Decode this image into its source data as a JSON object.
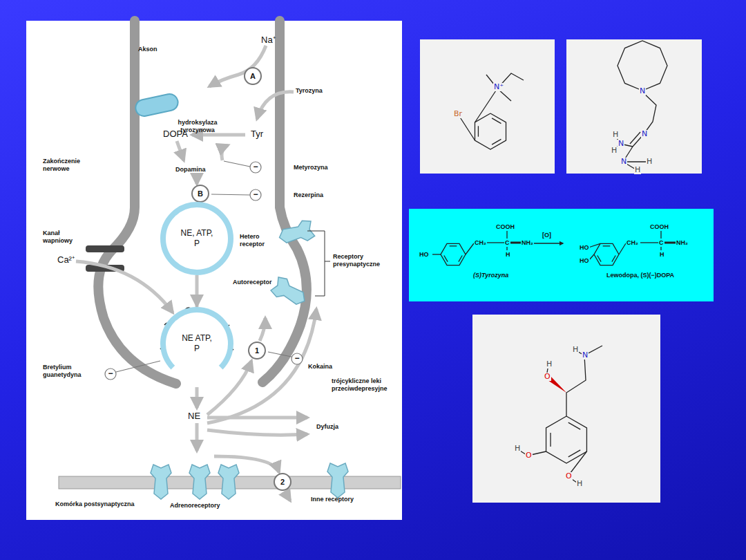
{
  "diagram": {
    "nodes": [
      {
        "text": [
          "A"
        ]
      },
      {
        "text": [
          "B"
        ]
      },
      {
        "text": [
          "NE, ATP, P"
        ]
      },
      {
        "text": [
          "NE ATP, P"
        ]
      },
      {
        "text": [
          "1"
        ]
      },
      {
        "text": [
          "2"
        ]
      }
    ],
    "edges": [
      {
        "from": 1,
        "to": 2,
        "arrow": "to"
      },
      {
        "from": 2,
        "to": 3,
        "arrow": "to"
      }
    ],
    "labels": [
      "Akson",
      "Na⁺",
      "Tyrozyna",
      "hydroksylaza tyrozynowa",
      "DOPA",
      "Tyr",
      "Zakończenie nerwowe",
      "Dopamina",
      "−",
      "Metyrozyna",
      "−",
      "Rezerpina",
      "Hetero receptor",
      "Receptory presynaptyczne",
      "Kanał wapniowy",
      "Ca²⁺",
      "Autoreceptor",
      "−",
      "Bretylium guanetydyna",
      "−",
      "Kokaina",
      "trójcykliczne leki przeciwdepresyjne",
      "NE",
      "Dyfuzja",
      "Komórka postsynaptyczna",
      "Adrenoreceptory",
      "Inne receptory",
      "Br",
      "N⁺",
      "N",
      "N",
      "H",
      "N",
      "H",
      "N",
      "H",
      "H",
      "COOH",
      "CH₂",
      "C",
      "NH₂",
      "H",
      "[O]",
      "HO",
      "(S)Tyrozyna",
      "COOH",
      "HO",
      "HO",
      "CH₂",
      "C",
      "NH₂",
      "H",
      "Lewodopa, (S)(−)DOPA",
      "H",
      "N",
      "H",
      "O",
      "H",
      "O",
      "O",
      "H"
    ]
  }
}
